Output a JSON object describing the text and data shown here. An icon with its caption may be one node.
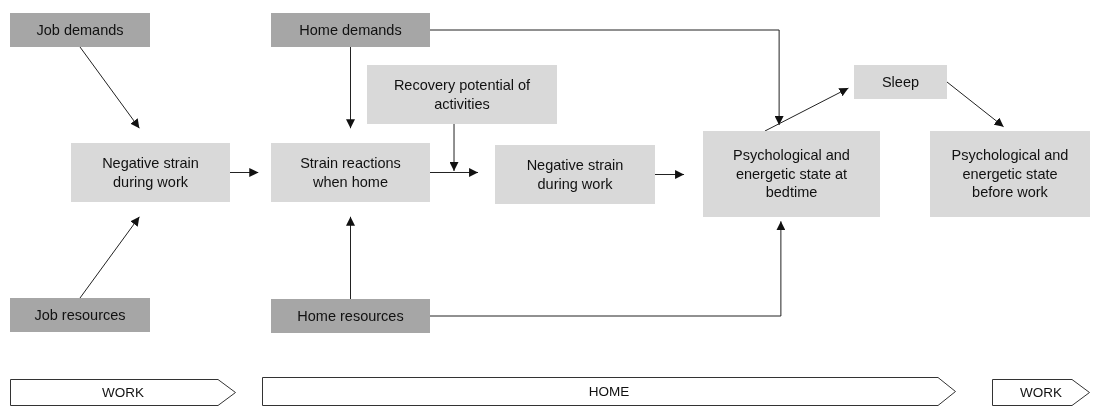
{
  "diagram": {
    "nodes": [
      {
        "text": [
          "Job demands"
        ]
      },
      {
        "text": [
          "Home demands"
        ]
      },
      {
        "text": [
          "Recovery potential of activities"
        ]
      },
      {
        "text": [
          "Negative strain during work"
        ]
      },
      {
        "text": [
          "Strain reactions when home"
        ]
      },
      {
        "text": [
          "Negative strain during work"
        ]
      },
      {
        "text": [
          "Psychological and energetic state at bedtime"
        ]
      },
      {
        "text": [
          "Sleep"
        ]
      },
      {
        "text": [
          "Psychological and energetic state before work"
        ]
      },
      {
        "text": [
          "Job resources"
        ]
      },
      {
        "text": [
          "Home resources"
        ]
      },
      {
        "text": [
          "WORK"
        ]
      },
      {
        "text": [
          "HOME"
        ]
      },
      {
        "text": [
          "WORK"
        ]
      }
    ],
    "edges": [
      {
        "from": 0,
        "to": 3,
        "arrow": "to"
      },
      {
        "from": 9,
        "to": 3,
        "arrow": "to"
      },
      {
        "from": 3,
        "to": 4,
        "arrow": "to"
      },
      {
        "from": 1,
        "to": 4,
        "arrow": "to"
      },
      {
        "from": 10,
        "to": 4,
        "arrow": "to"
      },
      {
        "from": 4,
        "to": 5,
        "arrow": "to"
      },
      {
        "from": 2,
        "to": 4,
        "arrow": "to"
      },
      {
        "from": 5,
        "to": 6,
        "arrow": "to"
      },
      {
        "from": 1,
        "to": 6,
        "arrow": "to"
      },
      {
        "from": 10,
        "to": 6,
        "arrow": "to"
      },
      {
        "from": 6,
        "to": 7,
        "arrow": "to"
      },
      {
        "from": 7,
        "to": 8,
        "arrow": "to"
      }
    ]
  }
}
